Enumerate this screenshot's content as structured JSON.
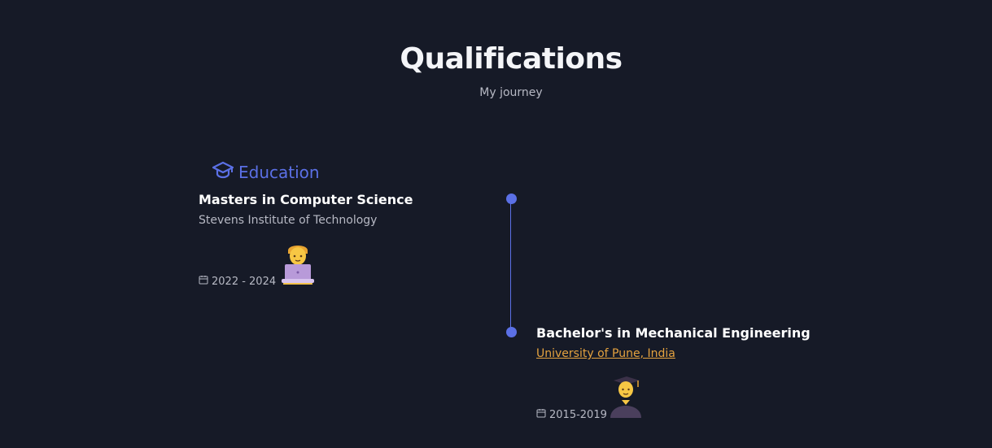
{
  "header": {
    "title": "Qualifications",
    "subtitle": "My journey"
  },
  "tabs": {
    "education_label": "Education",
    "icon": "graduation-cap-icon"
  },
  "colors": {
    "background": "#161a27",
    "accent": "#5b70e6",
    "link": "#e4a23f",
    "muted": "#b7b9c4"
  },
  "qualifications": [
    {
      "title": "Masters in Computer Science",
      "institution": "Stevens Institute of Technology",
      "date": "2022 - 2024",
      "icon": "technologist-emoji"
    },
    {
      "title": "Bachelor's in Mechanical Engineering",
      "institution": "University of Pune, India",
      "date": "2015-2019",
      "icon": "graduate-emoji"
    }
  ]
}
